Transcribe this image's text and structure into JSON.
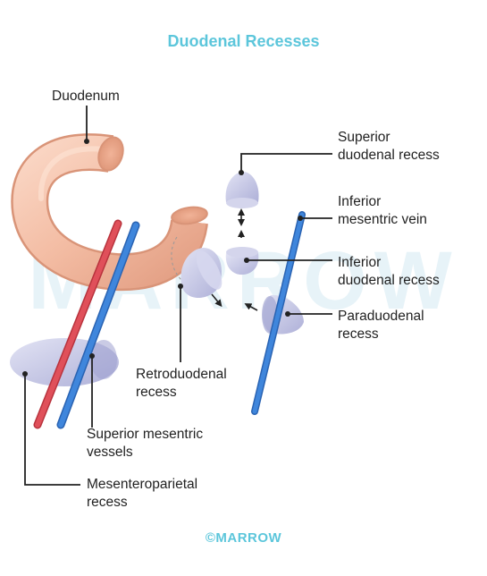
{
  "title": "Duodenal Recesses",
  "watermark": "MARROW",
  "logo": "©MARROW",
  "labels": {
    "duodenum": [
      "Duodenum"
    ],
    "superior_duodenal_recess": [
      "Superior",
      "duodenal recess"
    ],
    "inferior_mesentric_vein": [
      "Inferior",
      "mesentric vein"
    ],
    "inferior_duodenal_recess": [
      "Inferior",
      "duodenal recess"
    ],
    "paraduodenal_recess": [
      "Paraduodenal",
      "recess"
    ],
    "retroduodenal_recess": [
      "Retroduodenal",
      "recess"
    ],
    "superior_mesentric_vessels": [
      "Superior mesentric",
      "vessels"
    ],
    "mesenteroparietal_recess": [
      "Mesenteroparietal",
      "recess"
    ]
  },
  "colors": {
    "title": "#5cc6db",
    "duodenum": "#f3bca3",
    "artery": "#e0505a",
    "vein": "#3f86dc",
    "recess": "#c3c4e4",
    "watermark": "#e7f3f8"
  }
}
